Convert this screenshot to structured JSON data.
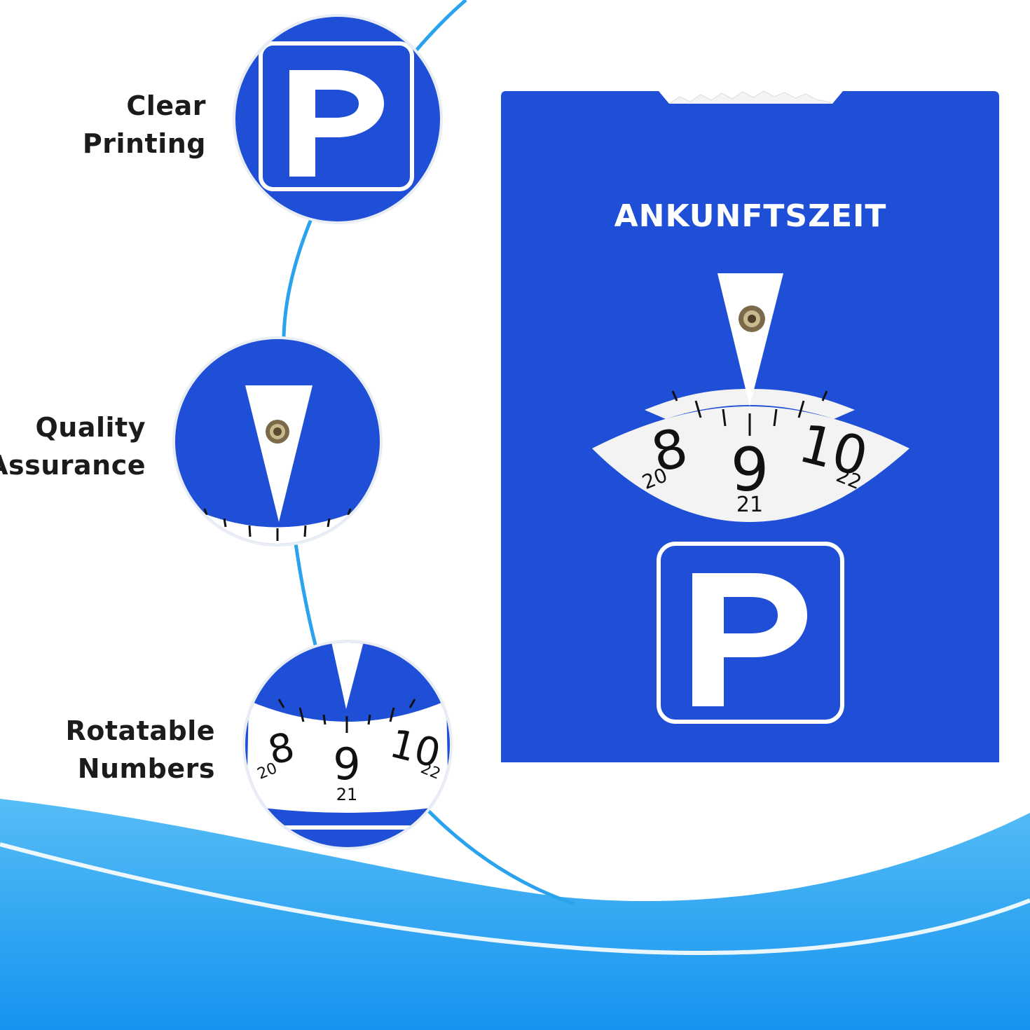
{
  "colors": {
    "card_blue": "#1f4fd6",
    "card_white": "#ffffff",
    "wave_blue": "#1e9bf2",
    "ring_blue": "#2aa2ee",
    "label_text": "#1b1b1b"
  },
  "features": [
    {
      "line1": "Clear",
      "line2": "Printing",
      "icon": "parking-sign-closeup"
    },
    {
      "line1": "Quality",
      "line2": "Assurance",
      "icon": "pointer-eyelet-closeup"
    },
    {
      "line1": "Rotatable",
      "line2": "Numbers",
      "icon": "time-dial-closeup"
    }
  ],
  "card": {
    "title": "ANKUNFTSZEIT",
    "parking_letter": "P",
    "dial": {
      "hours": [
        "8",
        "9",
        "10"
      ],
      "evening_hours": [
        "20",
        "21",
        "22"
      ]
    }
  },
  "closeups": {
    "clear_printing": {
      "letter": "P"
    },
    "rotatable_numbers": {
      "hours": [
        "8",
        "9",
        "10"
      ],
      "evening_hours": [
        "20",
        "21",
        "22"
      ]
    }
  }
}
